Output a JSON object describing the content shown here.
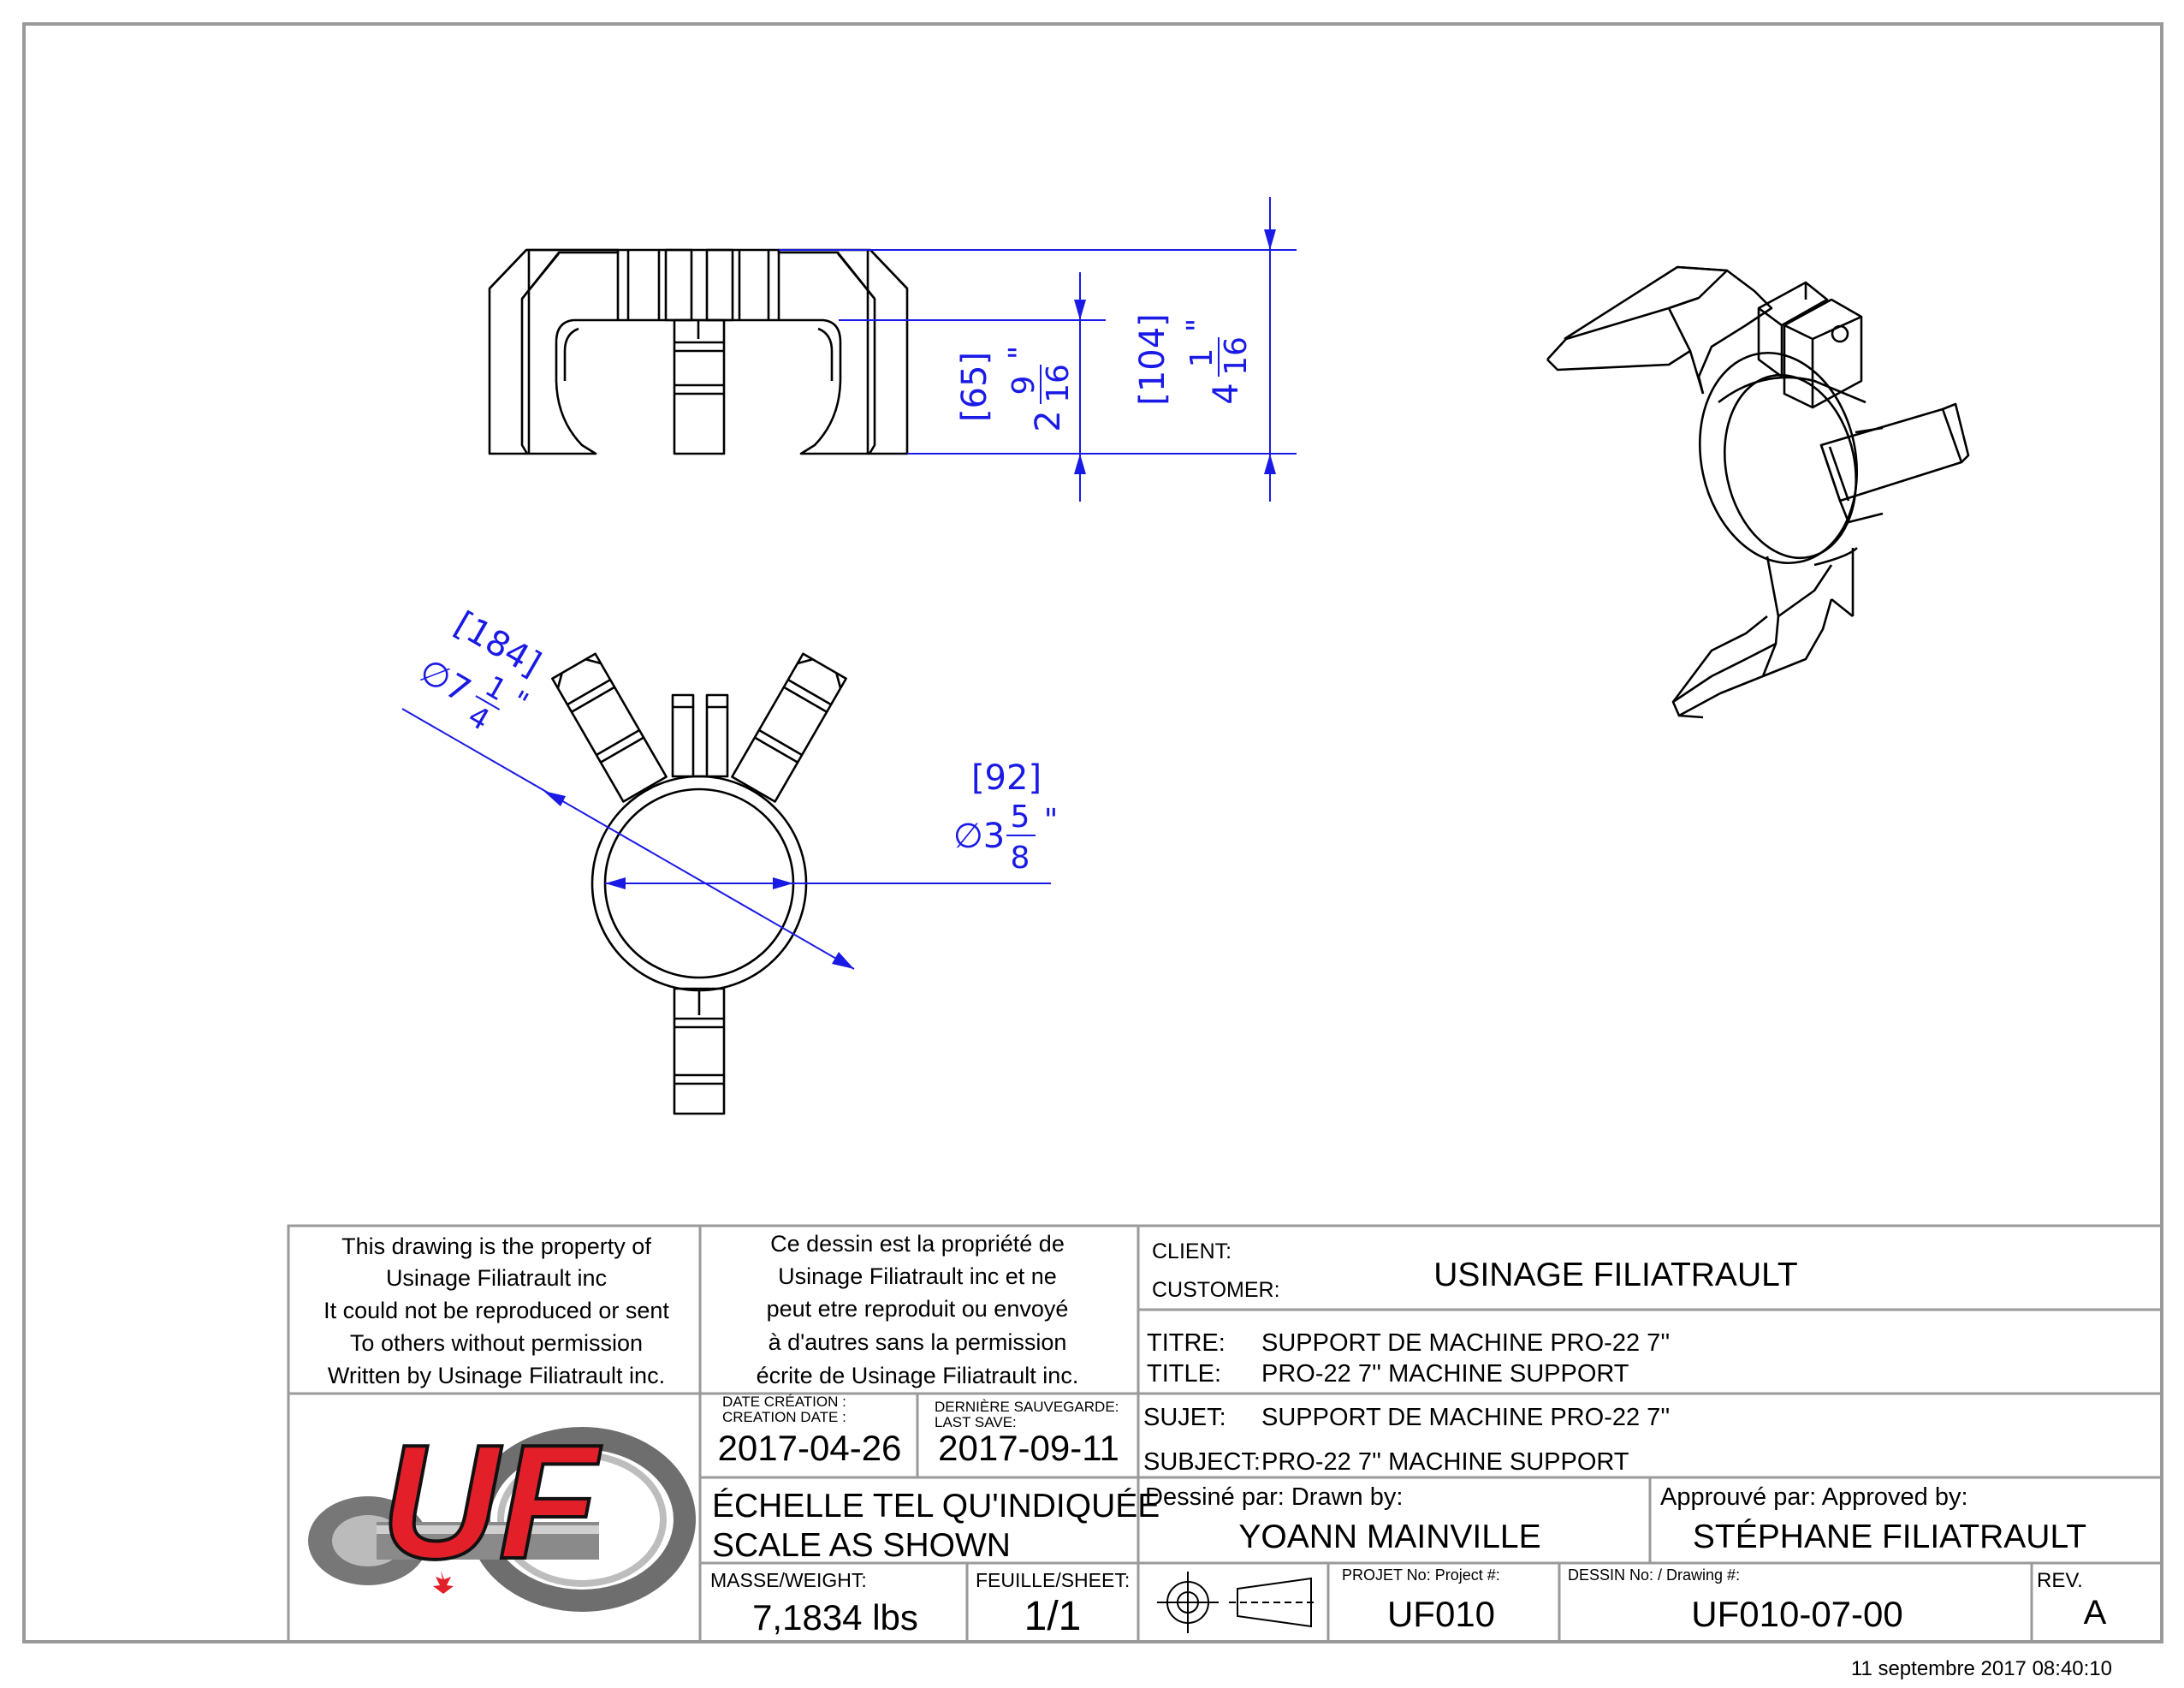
{
  "drawing": {
    "dims": {
      "height_small_mm": "[65]",
      "height_small_whole": "2",
      "height_small_num": "9",
      "height_small_den": "16",
      "height_big_mm": "[104]",
      "height_big_whole": "4",
      "height_big_num": "1",
      "height_big_den": "16",
      "dia_outer_mm": "[184]",
      "dia_outer_prefix": "∅7",
      "dia_outer_num": "1",
      "dia_outer_den": "4",
      "dia_inner_mm": "[92]",
      "dia_inner_prefix": "∅3",
      "dia_inner_num": "5",
      "dia_inner_den": "8",
      "inch_mark": "\""
    }
  },
  "title_block": {
    "notice_en": [
      "This drawing is the property of",
      "Usinage Filiatrault inc",
      "It could not  be reproduced or sent",
      "To others without permission",
      "Written by Usinage Filiatrault inc."
    ],
    "notice_fr": [
      "Ce dessin est la propriété de",
      "Usinage Filiatrault inc et ne",
      "peut etre reproduit ou envoyé",
      "à d'autres sans la permission",
      "écrite de Usinage Filiatrault inc."
    ],
    "client_label_fr": "CLIENT:",
    "client_label_en": "CUSTOMER:",
    "client_value": "USINAGE FILIATRAULT",
    "titre_label": "TITRE:",
    "titre_value": "SUPPORT DE MACHINE PRO-22 7''",
    "title_label": "TITLE:",
    "title_value": "PRO-22 7'' MACHINE SUPPORT",
    "sujet_label": "SUJET:",
    "sujet_value": "SUPPORT DE MACHINE PRO-22 7''",
    "subject_label": "SUBJECT:",
    "subject_value": "PRO-22 7'' MACHINE SUPPORT",
    "date_creation_label_fr": "DATE CRÉATION :",
    "date_creation_label_en": "CREATION DATE :",
    "date_creation_value": "2017-04-26",
    "last_save_label_fr": "DERNIÈRE SAUVEGARDE:",
    "last_save_label_en": "LAST SAVE:",
    "last_save_value": "2017-09-11",
    "scale_fr": "ÉCHELLE TEL QU'INDIQUÉE",
    "scale_en": "SCALE AS SHOWN",
    "drawn_by_label": "Dessiné par: Drawn by:",
    "drawn_by_value": "YOANN MAINVILLE",
    "approved_by_label": "Approuvé par: Approved by:",
    "approved_by_value": "STÉPHANE FILIATRAULT",
    "weight_label": "MASSE/WEIGHT:",
    "weight_value": "7,1834 lbs",
    "sheet_label": "FEUILLE/SHEET:",
    "sheet_value": "1/1",
    "project_label": "PROJET No: Project #:",
    "project_value": "UF010",
    "drawing_no_label": "DESSIN No: / Drawing #:",
    "drawing_no_value": "UF010-07-00",
    "rev_label": "REV.",
    "rev_value": "A",
    "logo_letters": "UF"
  },
  "timestamp": "11 septembre 2017 08:40:10",
  "colors": {
    "dimension": "#1a1ae6",
    "logo_red": "#e3202a",
    "logo_grey": "#6e6e6e"
  }
}
